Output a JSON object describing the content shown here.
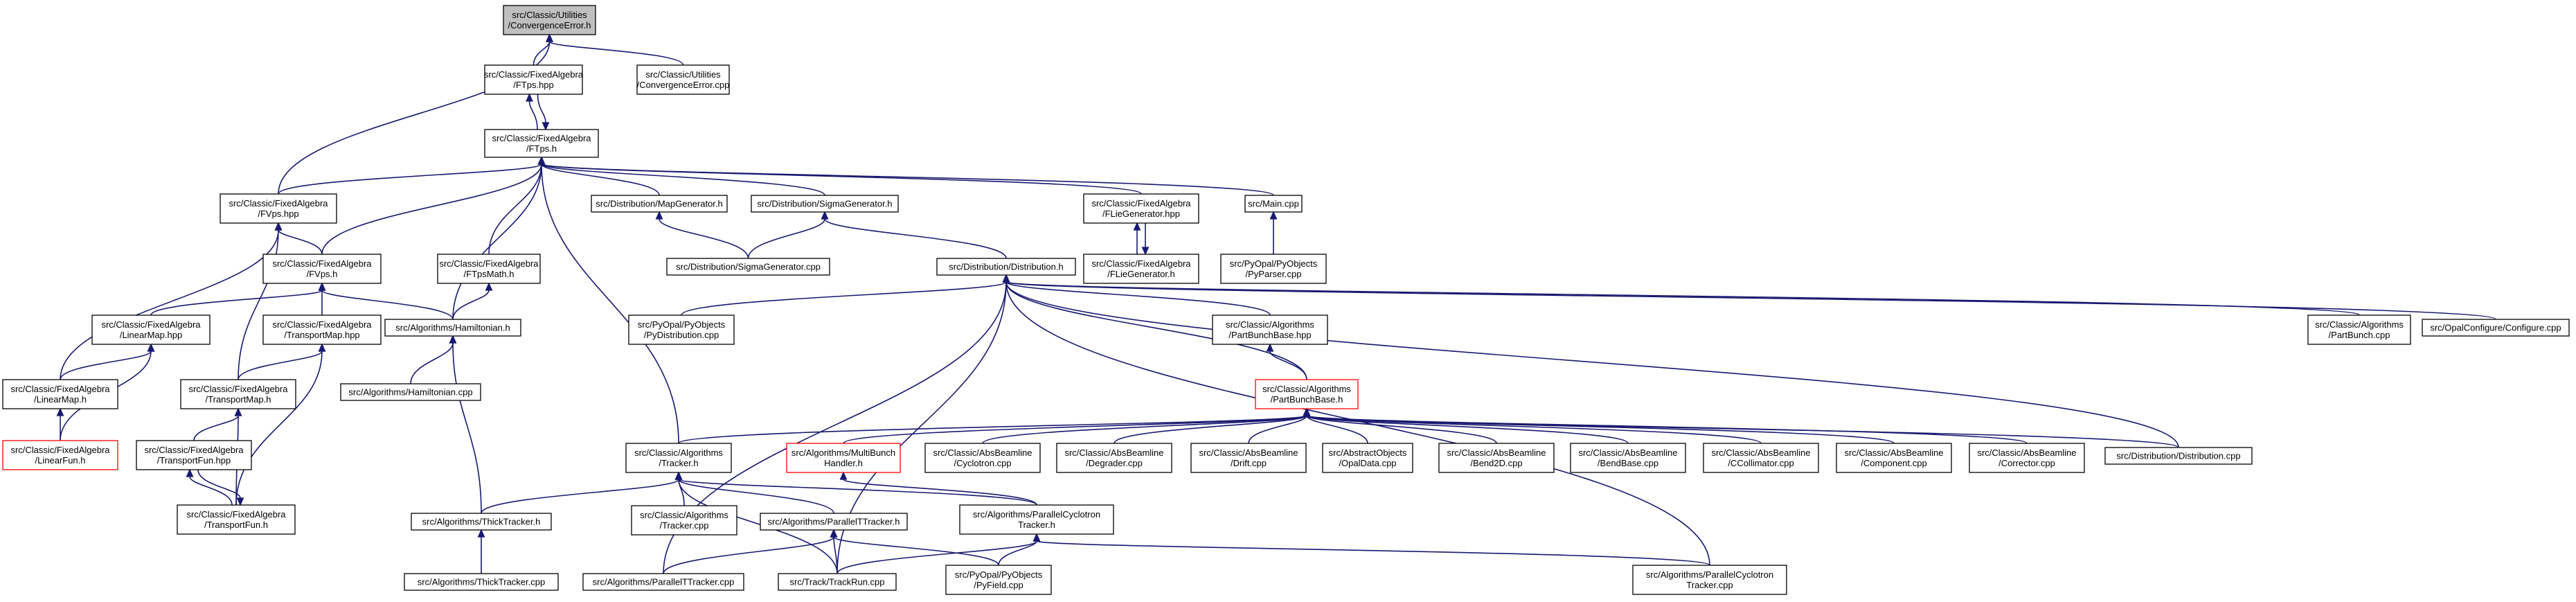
{
  "graph": {
    "edge_color": "#191970",
    "truncated_border_color": "#ff0000",
    "root_fill": "#bfbfbf",
    "nodes": [
      {
        "id": "ce_h",
        "lines": [
          "src/Classic/Utilities",
          "/ConvergenceError.h"
        ],
        "root": true
      },
      {
        "id": "ftps_hpp",
        "lines": [
          "src/Classic/FixedAlgebra",
          "/FTps.hpp"
        ]
      },
      {
        "id": "ce_cpp",
        "lines": [
          "src/Classic/Utilities",
          "/ConvergenceError.cpp"
        ]
      },
      {
        "id": "ftps_h",
        "lines": [
          "src/Classic/FixedAlgebra",
          "/FTps.h"
        ]
      },
      {
        "id": "fvps_hpp",
        "lines": [
          "src/Classic/FixedAlgebra",
          "/FVps.hpp"
        ]
      },
      {
        "id": "mapgen",
        "lines": [
          "src/Distribution/MapGenerator.h"
        ]
      },
      {
        "id": "sigmagen_h",
        "lines": [
          "src/Distribution/SigmaGenerator.h"
        ]
      },
      {
        "id": "flie_hpp",
        "lines": [
          "src/Classic/FixedAlgebra",
          "/FLieGenerator.hpp"
        ]
      },
      {
        "id": "main",
        "lines": [
          "src/Main.cpp"
        ]
      },
      {
        "id": "fvps_h",
        "lines": [
          "src/Classic/FixedAlgebra",
          "/FVps.h"
        ]
      },
      {
        "id": "ftpsmath",
        "lines": [
          "src/Classic/FixedAlgebra",
          "/FTpsMath.h"
        ]
      },
      {
        "id": "sigmagen_cpp",
        "lines": [
          "src/Distribution/SigmaGenerator.cpp"
        ]
      },
      {
        "id": "flie_h",
        "lines": [
          "src/Classic/FixedAlgebra",
          "/FLieGenerator.h"
        ]
      },
      {
        "id": "pyparser",
        "lines": [
          "src/PyOpal/PyObjects",
          "/PyParser.cpp"
        ]
      },
      {
        "id": "dist_h",
        "lines": [
          "src/Distribution/Distribution.h"
        ]
      },
      {
        "id": "linearmap_hpp",
        "lines": [
          "src/Classic/FixedAlgebra",
          "/LinearMap.hpp"
        ]
      },
      {
        "id": "transportmap_hpp",
        "lines": [
          "src/Classic/FixedAlgebra",
          "/TransportMap.hpp"
        ]
      },
      {
        "id": "hamiltonian_h",
        "lines": [
          "src/Algorithms/Hamiltonian.h"
        ]
      },
      {
        "id": "pydist",
        "lines": [
          "src/PyOpal/PyObjects",
          "/PyDistribution.cpp"
        ]
      },
      {
        "id": "pbb_hpp",
        "lines": [
          "src/Classic/Algorithms",
          "/PartBunchBase.hpp"
        ]
      },
      {
        "id": "partbunch_cpp",
        "lines": [
          "src/Classic/Algorithms",
          "/PartBunch.cpp"
        ]
      },
      {
        "id": "configure",
        "lines": [
          "src/OpalConfigure/Configure.cpp"
        ]
      },
      {
        "id": "linearmap_h",
        "lines": [
          "src/Classic/FixedAlgebra",
          "/LinearMap.h"
        ]
      },
      {
        "id": "transportmap_h",
        "lines": [
          "src/Classic/FixedAlgebra",
          "/TransportMap.h"
        ]
      },
      {
        "id": "hamiltonian_cpp",
        "lines": [
          "src/Algorithms/Hamiltonian.cpp"
        ]
      },
      {
        "id": "pbb_h",
        "lines": [
          "src/Classic/Algorithms",
          "/PartBunchBase.h"
        ],
        "truncated": true
      },
      {
        "id": "linearfun",
        "lines": [
          "src/Classic/FixedAlgebra",
          "/LinearFun.h"
        ],
        "truncated": true
      },
      {
        "id": "transportfun_hpp",
        "lines": [
          "src/Classic/FixedAlgebra",
          "/TransportFun.hpp"
        ]
      },
      {
        "id": "tracker_h",
        "lines": [
          "src/Classic/Algorithms",
          "/Tracker.h"
        ]
      },
      {
        "id": "multibunch",
        "lines": [
          "src/Algorithms/MultiBunch",
          "Handler.h"
        ],
        "truncated": true
      },
      {
        "id": "cyclotron",
        "lines": [
          "src/Classic/AbsBeamline",
          "/Cyclotron.cpp"
        ]
      },
      {
        "id": "degrader",
        "lines": [
          "src/Classic/AbsBeamline",
          "/Degrader.cpp"
        ]
      },
      {
        "id": "drift",
        "lines": [
          "src/Classic/AbsBeamline",
          "/Drift.cpp"
        ]
      },
      {
        "id": "opaldata",
        "lines": [
          "src/AbstractObjects",
          "/OpalData.cpp"
        ]
      },
      {
        "id": "bend2d",
        "lines": [
          "src/Classic/AbsBeamline",
          "/Bend2D.cpp"
        ]
      },
      {
        "id": "bendbase",
        "lines": [
          "src/Classic/AbsBeamline",
          "/BendBase.cpp"
        ]
      },
      {
        "id": "ccollimator",
        "lines": [
          "src/Classic/AbsBeamline",
          "/CCollimator.cpp"
        ]
      },
      {
        "id": "component",
        "lines": [
          "src/Classic/AbsBeamline",
          "/Component.cpp"
        ]
      },
      {
        "id": "corrector",
        "lines": [
          "src/Classic/AbsBeamline",
          "/Corrector.cpp"
        ]
      },
      {
        "id": "dist_cpp",
        "lines": [
          "src/Distribution/Distribution.cpp"
        ]
      },
      {
        "id": "transportfun_h",
        "lines": [
          "src/Classic/FixedAlgebra",
          "/TransportFun.h"
        ]
      },
      {
        "id": "thicktracker_h",
        "lines": [
          "src/Algorithms/ThickTracker.h"
        ]
      },
      {
        "id": "tracker_cpp",
        "lines": [
          "src/Classic/Algorithms",
          "/Tracker.cpp"
        ]
      },
      {
        "id": "partt_h",
        "lines": [
          "src/Algorithms/ParallelTTracker.h"
        ]
      },
      {
        "id": "pcyc_h",
        "lines": [
          "src/Algorithms/ParallelCyclotron",
          "Tracker.h"
        ]
      },
      {
        "id": "thicktracker_cpp",
        "lines": [
          "src/Algorithms/ThickTracker.cpp"
        ]
      },
      {
        "id": "partt_cpp",
        "lines": [
          "src/Algorithms/ParallelTTracker.cpp"
        ]
      },
      {
        "id": "trackrun",
        "lines": [
          "src/Track/TrackRun.cpp"
        ]
      },
      {
        "id": "pyfield",
        "lines": [
          "src/PyOpal/PyObjects",
          "/PyField.cpp"
        ]
      },
      {
        "id": "pcyc_cpp",
        "lines": [
          "src/Algorithms/ParallelCyclotron",
          "Tracker.cpp"
        ]
      }
    ]
  }
}
